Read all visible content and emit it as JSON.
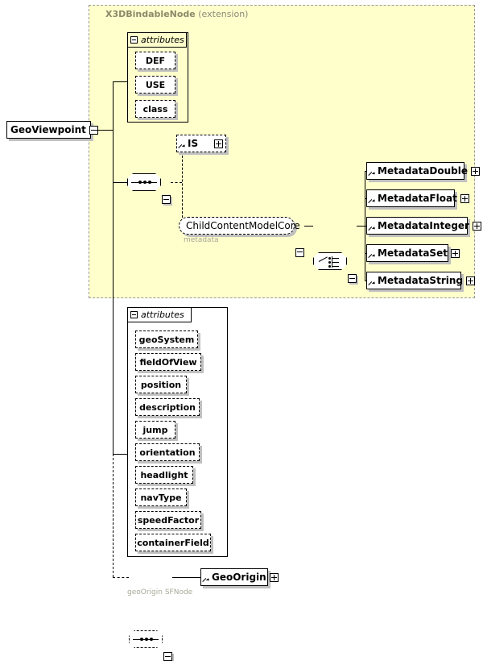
{
  "diagram": {
    "title": "GeoViewpoint XML Schema diagram",
    "root_node": {
      "label": "GeoViewpoint",
      "control": "minus"
    },
    "extension_region": {
      "base_type": "X3DBindableNode",
      "kind": "(extension)"
    },
    "base_attributes": {
      "header_label": "attributes",
      "control": "minus",
      "items": [
        {
          "label": "DEF"
        },
        {
          "label": "USE"
        },
        {
          "label": "class"
        }
      ]
    },
    "base_content": {
      "compositor": "sequence",
      "is_node": {
        "label": "IS",
        "control": "plus"
      },
      "group_ref": {
        "label": "ChildContentModelCore",
        "sublabel": "metadata",
        "control": "minus"
      },
      "choice_compositor": "choice",
      "choice_control": "minus",
      "metadata_nodes": [
        {
          "label": "MetadataDouble",
          "control": "plus"
        },
        {
          "label": "MetadataFloat",
          "control": "plus"
        },
        {
          "label": "MetadataInteger",
          "control": "plus"
        },
        {
          "label": "MetadataSet",
          "control": "plus"
        },
        {
          "label": "MetadataString",
          "control": "plus"
        }
      ]
    },
    "own_attributes": {
      "header_label": "attributes",
      "control": "minus",
      "items": [
        {
          "label": "geoSystem"
        },
        {
          "label": "fieldOfView"
        },
        {
          "label": "position"
        },
        {
          "label": "description"
        },
        {
          "label": "jump"
        },
        {
          "label": "orientation"
        },
        {
          "label": "headlight"
        },
        {
          "label": "navType"
        },
        {
          "label": "speedFactor"
        },
        {
          "label": "containerField"
        }
      ]
    },
    "own_content": {
      "compositor": "sequence",
      "compositor_control": "minus",
      "sublabel": "geoOrigin SFNode",
      "node": {
        "label": "GeoOrigin",
        "control": "plus"
      }
    },
    "colors": {
      "extension_background": "#ffffcc",
      "extension_border": "#999999",
      "extension_title": "#8a8a7a",
      "node_background": "#ffffff",
      "shadow": "#c0c0c0",
      "line": "#000000",
      "sublabel": "#a8a898"
    }
  }
}
